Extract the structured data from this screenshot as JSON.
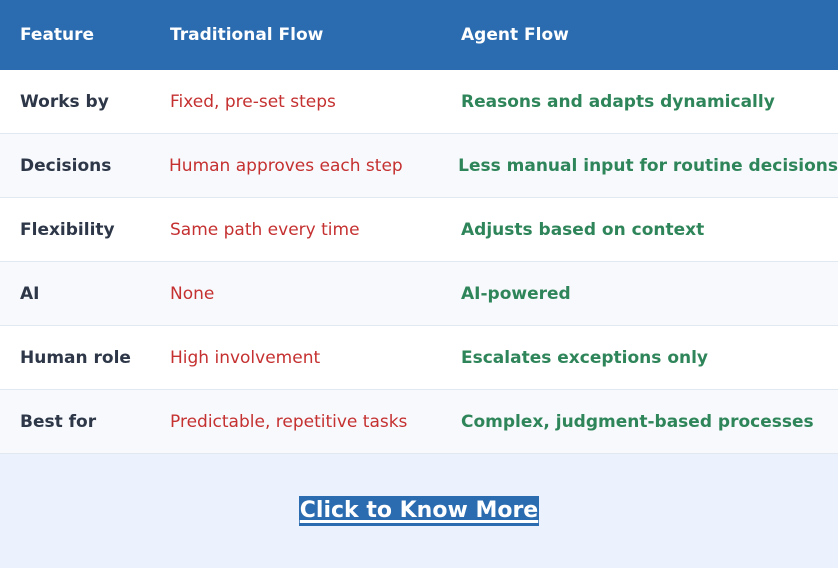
{
  "table": {
    "headers": [
      "Feature",
      "Traditional Flow",
      "Agent Flow"
    ],
    "rows": [
      {
        "feature": "Works by",
        "traditional": "Fixed, pre-set steps",
        "agent": "Reasons and adapts dynamically"
      },
      {
        "feature": "Decisions",
        "traditional": "Human approves each step",
        "agent": "Less manual input for routine decisions"
      },
      {
        "feature": "Flexibility",
        "traditional": "Same path every time",
        "agent": "Adjusts based on context"
      },
      {
        "feature": "AI",
        "traditional": "None",
        "agent": "AI-powered"
      },
      {
        "feature": "Human role",
        "traditional": "High involvement",
        "agent": "Escalates exceptions only"
      },
      {
        "feature": "Best for",
        "traditional": "Predictable, repetitive tasks",
        "agent": "Complex, judgment-based processes"
      }
    ]
  },
  "cta": {
    "label": "Click to Know More"
  },
  "colors": {
    "header_bg": "#2b6cb0",
    "traditional_text": "#c53030",
    "agent_text": "#2f855a",
    "feature_text": "#2d3748",
    "cta_bg": "#ebf2fd"
  }
}
